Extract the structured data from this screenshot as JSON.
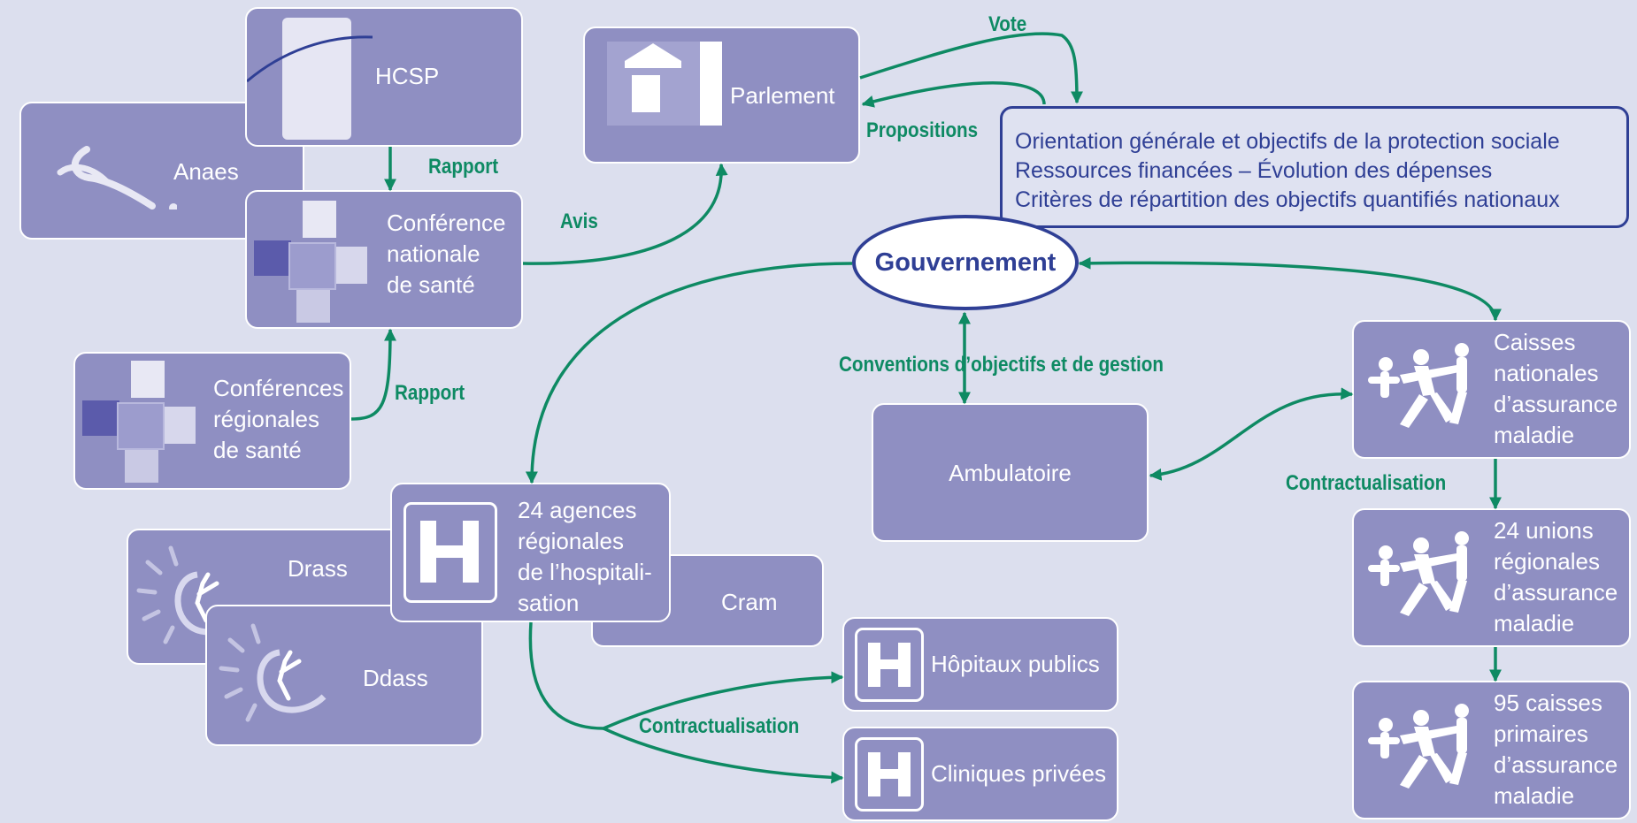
{
  "nodes": {
    "anaes": "Anaes",
    "hcsp": "HCSP",
    "parlement": "Parlement",
    "cns": "Conférence\nnationale\nde santé",
    "crs": "Conférences\nrégionales\nde santé",
    "arh": "24 agences\nrégionales\nde l’hospitali-\nsation",
    "drass": "Drass",
    "ddass": "Ddass",
    "cram": "Cram",
    "hopitaux": "Hôpitaux publics",
    "cliniques": "Cliniques privées",
    "ambulatoire": "Ambulatoire",
    "cnam": "Caisses\nnationales\nd’assurance\nmaladie",
    "urcam": "24 unions\nrégionales\nd’assurance\nmaladie",
    "cpam": "95 caisses\nprimaires\nd’assurance\nmaladie",
    "gouvernement": "Gouvernement"
  },
  "objectives": [
    "Orientation générale et objectifs de la protection sociale",
    "Ressources financées – Évolution des dépenses",
    "Critères de répartition des objectifs quantifiés nationaux"
  ],
  "links": {
    "vote": "Vote",
    "propositions": "Propositions",
    "rapport_hcsp": "Rapport",
    "avis": "Avis",
    "rapport_crs": "Rapport",
    "conventions": "Conventions d’objectifs et de gestion",
    "contract_arh": "Contractualisation",
    "contract_cnam": "Contractualisation"
  },
  "colors": {
    "background": "#dcdfee",
    "box_fill": "#8f8fc2",
    "arrow_green": "#0e8a63",
    "navy": "#2f3f95"
  }
}
